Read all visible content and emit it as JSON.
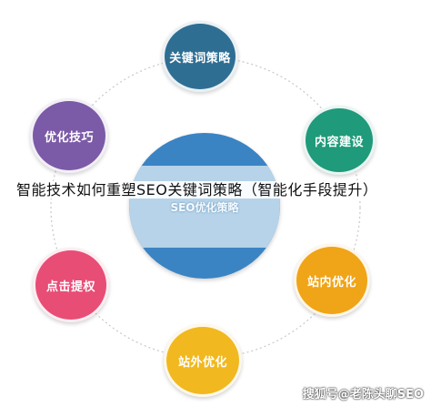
{
  "diagram": {
    "center": {
      "label": "SEO优化策略",
      "color": "#3a84c4"
    },
    "nodes": [
      {
        "id": "keyword-strategy",
        "label": "关键词策略",
        "color": "#2e6e93"
      },
      {
        "id": "content-building",
        "label": "内容建设",
        "color": "#1f9a7a"
      },
      {
        "id": "onsite-optimization",
        "label": "站内优化",
        "color": "#f0a417"
      },
      {
        "id": "offsite-optimization",
        "label": "站外优化",
        "color": "#f1b81f"
      },
      {
        "id": "click-boost",
        "label": "点击提权",
        "color": "#e84d76"
      },
      {
        "id": "optimization-tips",
        "label": "优化技巧",
        "color": "#7b5aa7"
      }
    ]
  },
  "overlay": {
    "title": "智能技术如何重塑SEO关键词策略（智能化手段提升）"
  },
  "watermark": {
    "text": "搜狐号@老陈头聊SEO"
  }
}
